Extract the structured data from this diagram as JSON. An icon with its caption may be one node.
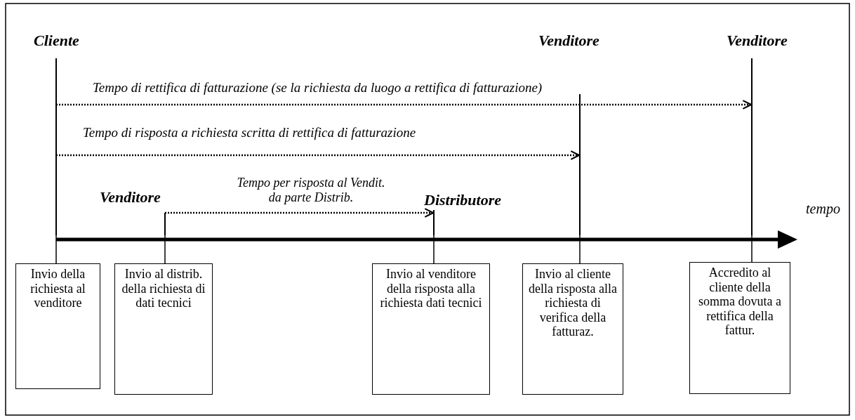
{
  "diagram": {
    "nodes": [
      {
        "text": [
          "Cliente"
        ]
      },
      {
        "text": [
          "Venditore"
        ]
      },
      {
        "text": [
          "Venditore"
        ]
      },
      {
        "text": [
          "Venditore"
        ]
      },
      {
        "text": [
          "Distributore"
        ]
      },
      {
        "text": [
          "Invio della richiesta al venditore"
        ]
      },
      {
        "text": [
          "Invio al distrib. della richiesta di dati tecnici"
        ]
      },
      {
        "text": [
          "Invio al venditore della risposta alla richiesta dati tecnici"
        ]
      },
      {
        "text": [
          "Invio al cliente della risposta alla richiesta di verifica della fatturaz."
        ]
      },
      {
        "text": [
          "Accredito al cliente della somma dovuta a rettifica della fattur."
        ]
      }
    ],
    "edges": [
      {
        "from": 0,
        "to": 5,
        "arrow": "none"
      },
      {
        "from": 3,
        "to": 6,
        "arrow": "none"
      },
      {
        "from": 4,
        "to": 7,
        "arrow": "none"
      },
      {
        "from": 1,
        "to": 8,
        "arrow": "none"
      },
      {
        "from": 2,
        "to": 9,
        "arrow": "none"
      },
      {
        "from": 0,
        "to": 2,
        "arrow": "to",
        "style": "dashed",
        "label": "Tempo di rettifica di fatturazione (se la richiesta da luogo a rettifica di fatturazione)"
      },
      {
        "from": 0,
        "to": 1,
        "arrow": "to",
        "style": "dashed",
        "label": "Tempo di risposta a richiesta scritta di rettifica di fatturazione"
      },
      {
        "from": 3,
        "to": 4,
        "arrow": "to",
        "style": "dashed",
        "label": "Tempo per risposta al Vendit. da parte Distrib."
      }
    ],
    "labels": [
      "tempo"
    ]
  }
}
